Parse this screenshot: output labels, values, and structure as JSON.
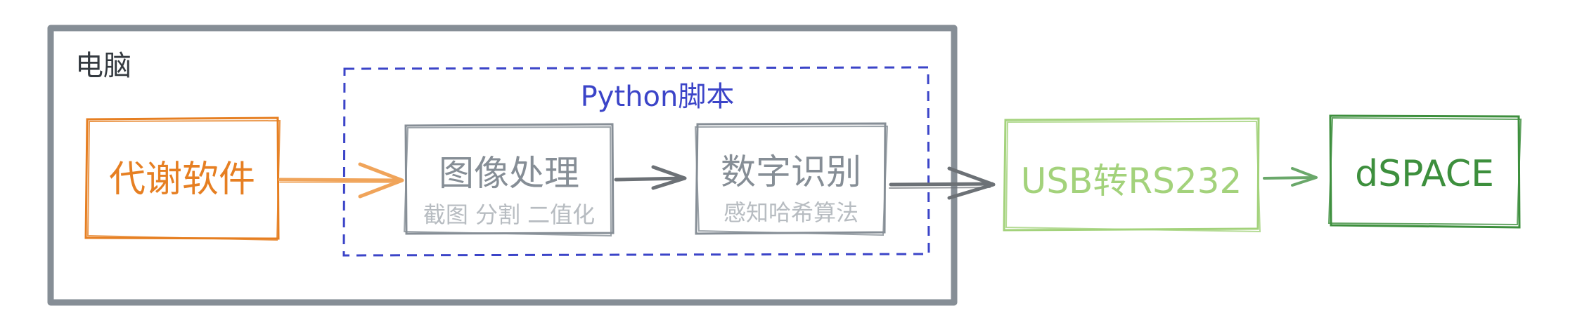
{
  "computer": {
    "label": "电脑",
    "color": "#868e96"
  },
  "script_group": {
    "label": "Python脚本",
    "color": "#3b44c8"
  },
  "nodes": {
    "metabolic_software": {
      "label": "代谢软件",
      "color": "#e67f22"
    },
    "image_processing": {
      "label": "图像处理",
      "sublabel": "截图 分割 二值化",
      "color": "#868e96",
      "sub_color": "#b7bcc1"
    },
    "digit_recognition": {
      "label": "数字识别",
      "sublabel": "感知哈希算法",
      "color": "#868e96",
      "sub_color": "#b7bcc1"
    },
    "usb_rs232": {
      "label": "USB转RS232",
      "color": "#a3d27b"
    },
    "dspace": {
      "label": "dSPACE",
      "color": "#3d8f3d"
    }
  },
  "edges": [
    {
      "from": "metabolic_software",
      "to": "image_processing",
      "color": "#f0a45a"
    },
    {
      "from": "image_processing",
      "to": "digit_recognition",
      "color": "#6c7176"
    },
    {
      "from": "digit_recognition",
      "to": "usb_rs232",
      "color": "#6c7176"
    },
    {
      "from": "usb_rs232",
      "to": "dspace",
      "color": "#6aa86a"
    }
  ]
}
